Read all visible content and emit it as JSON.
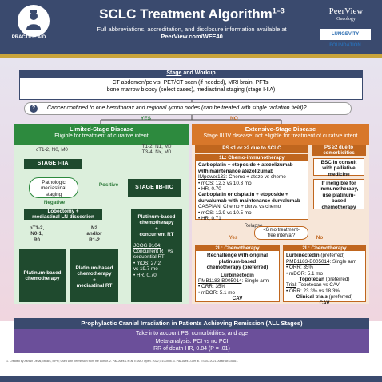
{
  "header": {
    "badge_label": "PRACTICE AID",
    "title": "SCLC Treatment Algorithm",
    "title_sup": "1–3",
    "subtitle_line1": "Full abbreviations, accreditation, and disclosure information available at",
    "subtitle_link": "PeerView.com/WFE40",
    "brand": "PeerView",
    "brand_sub": "Oncology",
    "partner": "LUNGEVITY",
    "partner_sub": "FOUNDATION"
  },
  "staging": {
    "heading_underlined": "Stage",
    "heading_rest": " and Workup",
    "body_line1": "CT abdomen/pelvis, PET/CT scan (if needed), MRI brain, PFTs,",
    "body_line2": "bone marrow biopsy (select cases), mediastinal staging (stage I-IIA)"
  },
  "question": {
    "icon": "?",
    "text": "Cancer confined to one hemithorax and regional lymph nodes (can be treated with single radiation field)?",
    "yes": "YES",
    "no": "NO"
  },
  "limited": {
    "title": "Limited-Stage Disease",
    "subtitle": "Eligible for treatment of curative intent",
    "label_t1": "cT1-2, N0, M0",
    "label_t2_line1": "T1-2, N1, M0",
    "label_t2_line2": "T3-4, Nx, M0",
    "stage_i_iia": "STAGE I-IIA",
    "stage_iib_iiic": "STAGE IIB-IIIC",
    "pathologic_line1": "Pathologic",
    "pathologic_line2": "mediastinal",
    "pathologic_line3": "staging",
    "positive": "Positive",
    "negative": "Negative",
    "lobectomy_line1": "Lobectomy +",
    "lobectomy_line2": "mediastinal LN dissection",
    "pt_line1": "pT1-2,",
    "pt_line2": "N0-1,",
    "pt_line3": "R0",
    "n2_line1": "N2",
    "n2_line2": "and/or",
    "n2_line3": "R1-2",
    "platinum_chemo": "Platinum-based chemotherapy",
    "platinum_rt_line1": "Platinum-based",
    "platinum_rt_line2": "chemotherapy",
    "platinum_rt_line3": "+",
    "platinum_rt_line4": "mediastinal RT",
    "concurrent_line1": "Platinum-based",
    "concurrent_line2": "chemotherapy",
    "concurrent_line3": "+",
    "concurrent_line4": "concurrent RT",
    "jcog_name": "JCOG 9104:",
    "jcog_line1": "Concurrent RT vs",
    "jcog_line2": "sequential RT",
    "jcog_mos": "• mOS: 27.2",
    "jcog_mos2": "vs 19.7 mo",
    "jcog_hr": "• HR, 0.70"
  },
  "extensive": {
    "title": "Extensive-Stage Disease",
    "subtitle": "Stage III/IV disease; not eligible for treatment of curative intent",
    "ps01": "PS ≤1 or ≥2 due to SCLC",
    "ps2_line1": "PS ≥2 due to",
    "ps2_line2": "comorbidities",
    "first_line_head": "1L: Chemo-immunotherapy",
    "regimen1_line1": "Carboplatin + etoposide + atezolizumab",
    "regimen1_line2": "with maintenance atezolizumab",
    "impower": "IMpower133",
    "impower_rest": ": Chemo + atezo vs chemo",
    "impower_mos": "• mOS: 12.3 vs 10.3 mo",
    "impower_hr": "• HR, 0.70",
    "regimen2_line1": "Carboplatin or cisplatin + etoposide +",
    "regimen2_line2": "durvalumab with maintenance durvalumab",
    "caspian": "CASPIAN",
    "caspian_rest": ": Chemo + durva vs chemo",
    "caspian_mos": "• mOS: 12.9 vs 10.5 mo",
    "caspian_hr": "• HR, 0.71",
    "bsc_line1": "BSC in consult",
    "bsc_line2": "with palliative",
    "bsc_line3": "medicine",
    "inel_line1": "If ineligible for",
    "inel_line2": "immunotherapy,",
    "inel_line3": "use platinum-",
    "inel_line4": "based",
    "inel_line5": "chemotherapy",
    "relapse": "Relapse",
    "relapse_q_line1": "<6 mo treatment-",
    "relapse_q_line2": "free interval?",
    "yes": "Yes",
    "no": "No",
    "left2l_head": "2L: Chemotherapy",
    "left2l_line1": "Rechallenge with original",
    "left2l_line2": "platinum-based",
    "left2l_line3": "chemotherapy (preferred)",
    "lurb": "Lurbinectedin",
    "left_pmb": "PMB1183-B005014",
    "left_pmb_rest": ": Single arm",
    "left_orr": "• ORR: 35%",
    "left_mdor": "• mDOR: 5.1 mo",
    "left_cav": "CAV",
    "right2l_head": "2L: Chemotherapy",
    "right_lurb": "Lurbinectedin",
    "right_lurb_rest": " (preferred)",
    "right_pmb": "PMB1183-B005014",
    "right_pmb_rest": ": Single arm",
    "right_orr": "• ORR: 35%",
    "right_mdor": "• mDOR: 5.1 mo",
    "topo": "Topotecan",
    "topo_rest": " (preferred)",
    "trial": "Trial",
    "trial_rest": ": Topotecan vs CAV",
    "trial_orr": "• ORR: 23.3% vs 18.3%",
    "clinical": "Clinical trials",
    "clinical_rest": " (preferred)",
    "right_cav": "CAV"
  },
  "pci": {
    "heading": "Prophylactic Cranial Irradiation in Patients Achieving Remission (ALL Stages)",
    "line1": "Take into account PS, comorbidities, and age",
    "line2": "Meta-analysis: PCI vs no PCI",
    "line3": "RR of death HR, 0.84 (P = .01)"
  },
  "footer": "1. Created by Ashish Desai, MBBS, MPH; Used with permission from the author. 2. Paz-Ares L et al. ESMO Open. 2022;7:100408. 3. Paz-Ares LG et al. ESMO 2021. Abstract LBA61.",
  "colors": {
    "navy": "#3a4a6e",
    "green": "#2d8a3e",
    "dark_green": "#1f4a2e",
    "orange": "#d8772a",
    "purple": "#6b4f9a",
    "gold": "#c9a43a"
  }
}
